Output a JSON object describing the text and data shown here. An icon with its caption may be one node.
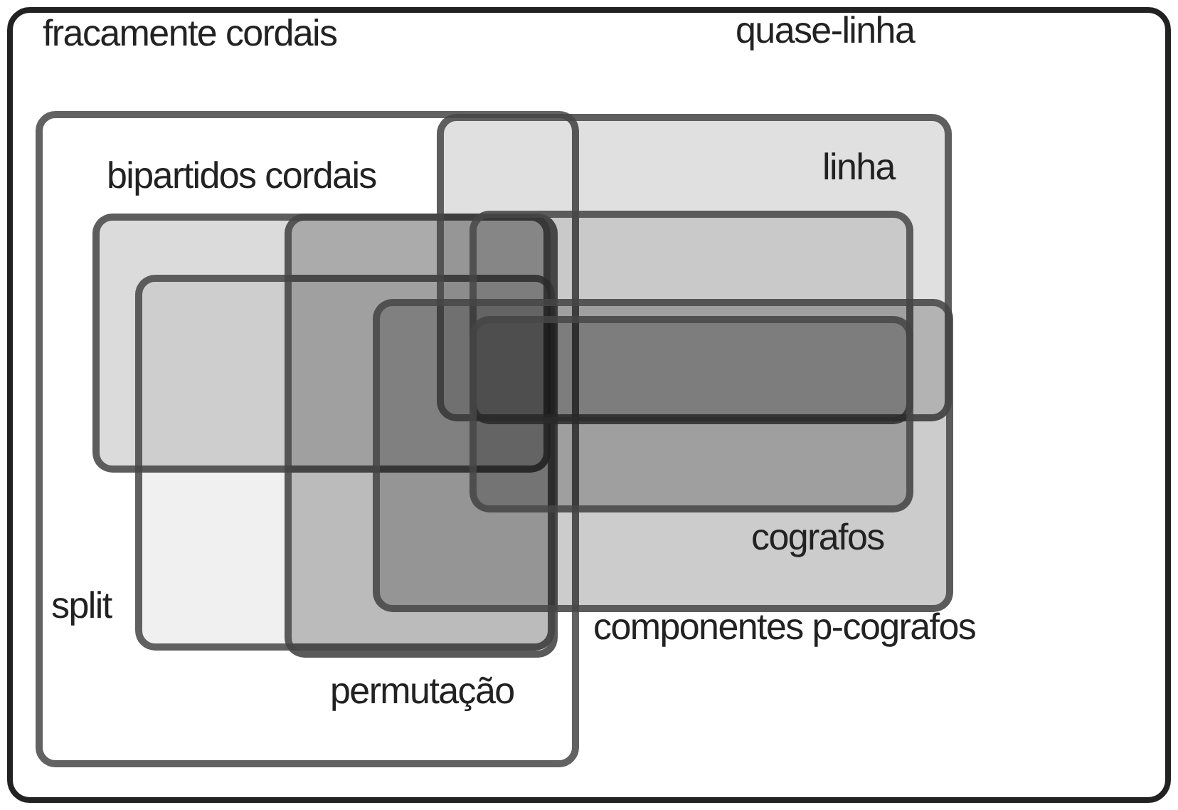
{
  "diagram": {
    "nodes": [
      {
        "text": [
          "fracamente cordais"
        ]
      },
      {
        "text": [
          "bipartidos cordais"
        ],
        "in": 0
      },
      {
        "text": [
          "split"
        ],
        "in": 0
      },
      {
        "text": [
          "permutação"
        ],
        "in": 0
      },
      {
        "text": [
          "quase-linha"
        ]
      },
      {
        "text": [
          "linha"
        ],
        "in": 4
      },
      {
        "text": [
          "componentes p-cografos"
        ]
      },
      {
        "text": [
          "cografos"
        ],
        "in": 6
      }
    ]
  }
}
